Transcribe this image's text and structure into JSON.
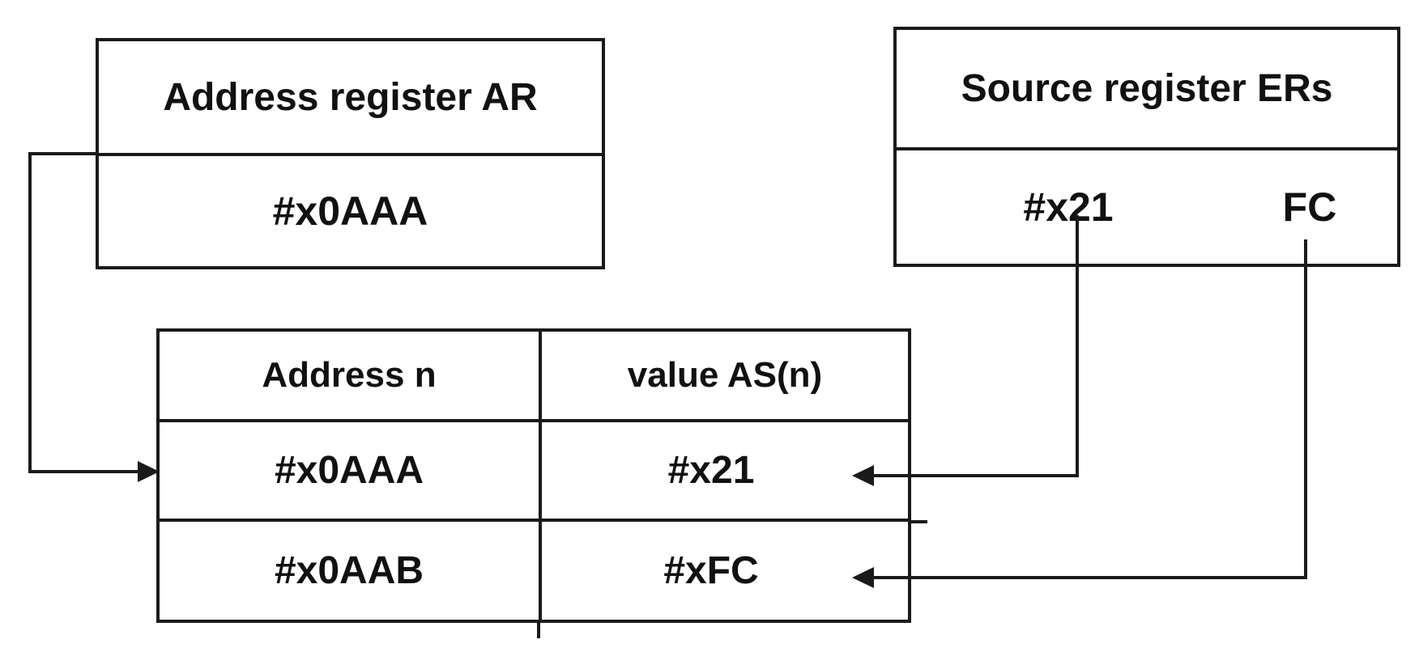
{
  "address_register": {
    "title": "Address register AR",
    "value": "#x0AAA"
  },
  "source_register": {
    "title": "Source register ERs",
    "low_byte": "#x21",
    "high_byte": "FC"
  },
  "memory_table": {
    "headers": {
      "address": "Address n",
      "value": "value AS(n)"
    },
    "rows": [
      {
        "address": "#x0AAA",
        "value": "#x21"
      },
      {
        "address": "#x0AAB",
        "value": "#xFC"
      }
    ]
  },
  "connections": [
    "address-register-to-row-0",
    "source-low-byte-to-row-0-value",
    "source-high-byte-to-row-1-value"
  ],
  "colors": {
    "background": "#ffffff",
    "line": "#1a1a1a",
    "text": "#111111"
  }
}
